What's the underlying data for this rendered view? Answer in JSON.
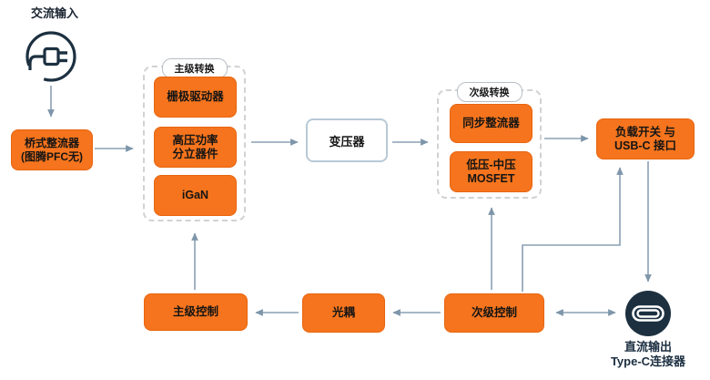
{
  "colors": {
    "block_fill": "#f5741d",
    "block_border": "#e8650f",
    "block_text": "#141414",
    "arrow": "#8aa0b4",
    "icon_navy": "#1c3040",
    "group_border": "#d2d2d2",
    "transformer_border": "#b8c9d6"
  },
  "icons": {
    "input": "ac-plug-icon",
    "output": "usb-c-connector-icon"
  },
  "blocks": {
    "ac_input": {
      "label": "交流输入"
    },
    "bridge_rectifier": {
      "line1": "桥式整流器",
      "line2": "(图腾PFC无)"
    },
    "primary_stage": {
      "group_label": "主级转换",
      "gate_driver": "栅极驱动器",
      "hv_power_line1": "高压功率",
      "hv_power_line2": "分立器件",
      "igan": "iGaN"
    },
    "transformer": {
      "label": "变压器"
    },
    "secondary_stage": {
      "group_label": "次级转换",
      "sync_rectifier": "同步整流器",
      "mosfet_line1": "低压-中压",
      "mosfet_line2": "MOSFET"
    },
    "load_switch": {
      "line1": "负载开关 与",
      "line2": "USB-C 接口"
    },
    "primary_control": {
      "label": "主级控制"
    },
    "optocoupler": {
      "label": "光耦"
    },
    "secondary_control": {
      "label": "次级控制"
    },
    "dc_output": {
      "line1": "直流输出",
      "line2": "Type-C连接器"
    }
  }
}
